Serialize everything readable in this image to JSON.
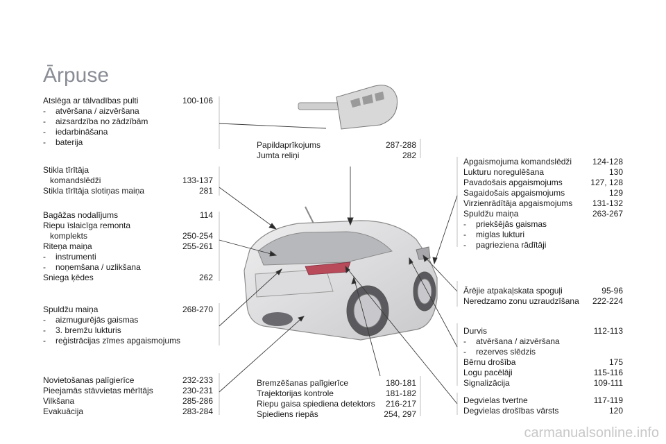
{
  "page": {
    "title": "Ārpuse",
    "watermark": "carmanualsonline.info"
  },
  "left": {
    "key": {
      "title": "Atslēga ar tālvadības pulti",
      "pages": "100-106",
      "items": [
        "atvēršana / aizvēršana",
        "aizsardzība no zādzībām",
        "iedarbināšana",
        "baterija"
      ]
    },
    "wiper": {
      "line1": "Stikla tīrītāja",
      "line2": "komandslēdži",
      "line2_pages": "133-137",
      "line3": "Stikla tīrītāja slotiņas maiņa",
      "line3_pages": "281"
    },
    "boot": {
      "r1": "Bagāžas nodalījums",
      "r1p": "114",
      "r2": "Riepu īslaicīga remonta",
      "r3": "komplekts",
      "r3p": "250-254",
      "r4": "Riteņa maiņa",
      "r4p": "255-261",
      "items": [
        "instrumenti",
        "noņemšana / uzlikšana"
      ],
      "r5": "Sniega ķēdes",
      "r5p": "262"
    },
    "rear_lamps": {
      "title": "Spuldžu maiņa",
      "pages": "268-270",
      "items": [
        "aizmugurējās gaismas",
        "3. bremžu lukturis",
        "reģistrācijas zīmes apgaismojums"
      ]
    },
    "towing": {
      "rows": [
        {
          "label": "Novietošanas palīgierīce",
          "pages": "232-233"
        },
        {
          "label": "Pieejamās stāvvietas mērītājs",
          "pages": "230-231"
        },
        {
          "label": "Vilkšana",
          "pages": "285-286"
        },
        {
          "label": "Evakuācija",
          "pages": "283-284"
        }
      ]
    }
  },
  "center": {
    "top": {
      "rows": [
        {
          "label": "Papildaprīkojums",
          "pages": "287-288"
        },
        {
          "label": "Jumta reliņi",
          "pages": "282"
        }
      ]
    },
    "bottom": {
      "rows": [
        {
          "label": "Bremzēšanas palīgierīce",
          "pages": "180-181"
        },
        {
          "label": "Trajektorijas kontrole",
          "pages": "181-182"
        },
        {
          "label": "Riepu gaisa spiediena detektors",
          "pages": "216-217"
        },
        {
          "label": "Spiediens riepās",
          "pages": "254, 297"
        }
      ]
    }
  },
  "right": {
    "lighting": {
      "rows": [
        {
          "label": "Apgaismojuma komandslēdži",
          "pages": "124-128"
        },
        {
          "label": "Lukturu noregulēšana",
          "pages": "130"
        },
        {
          "label": "Pavadošais apgaismojums",
          "pages": "127, 128"
        },
        {
          "label": "Sagaidošais apgaismojums",
          "pages": "129"
        },
        {
          "label": "Virzienrādītāja apgaismojums",
          "pages": "131-132"
        },
        {
          "label": "Spuldžu maiņa",
          "pages": "263-267"
        }
      ],
      "items": [
        "priekšējās gaismas",
        "miglas lukturi",
        "pagrieziena rādītāji"
      ]
    },
    "mirrors": {
      "rows": [
        {
          "label": "Ārējie atpakaļskata spoguļi",
          "pages": "95-96"
        },
        {
          "label": "Neredzamo zonu uzraudzīšana",
          "pages": "222-224"
        }
      ]
    },
    "doors": {
      "r1": "Durvis",
      "r1p": "112-113",
      "items": [
        "atvēršana / aizvēršana",
        "rezerves slēdzis"
      ],
      "rows": [
        {
          "label": "Bērnu drošība",
          "pages": "175"
        },
        {
          "label": "Logu pacēlāji",
          "pages": "115-116"
        },
        {
          "label": "Signalizācija",
          "pages": "109-111"
        }
      ]
    },
    "fuel": {
      "rows": [
        {
          "label": "Degvielas tvertne",
          "pages": "117-119"
        },
        {
          "label": "Degvielas drošības vārsts",
          "pages": "120"
        }
      ]
    }
  }
}
